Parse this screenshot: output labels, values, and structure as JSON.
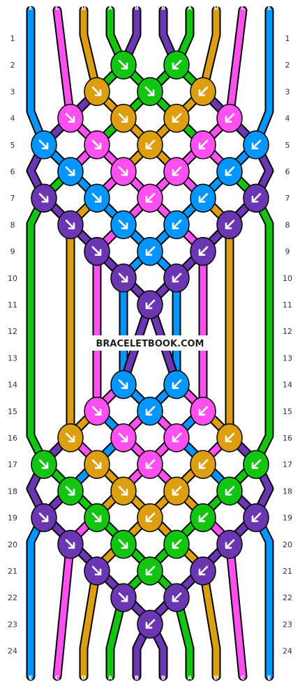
{
  "watermark": "BRACELETBOOK.COM",
  "strand_labels_top": [
    "E",
    "C",
    "D",
    "A",
    "B",
    "B",
    "A",
    "D",
    "C",
    "E"
  ],
  "strand_labels_bottom": [
    "E",
    "C",
    "D",
    "A",
    "B",
    "B",
    "A",
    "D",
    "C",
    "E"
  ],
  "row_numbers": [
    "1",
    "2",
    "3",
    "4",
    "5",
    "6",
    "7",
    "8",
    "9",
    "10",
    "11",
    "12",
    "13",
    "14",
    "15",
    "16",
    "17",
    "18",
    "19",
    "20",
    "21",
    "22",
    "23",
    "24"
  ],
  "colors": {
    "A": "#11c511",
    "B": "#6b36b1",
    "C": "#fe4ff0",
    "D": "#dd9f0f",
    "E": "#0396fe"
  },
  "knot_icon": "arrow-knot-icon",
  "knot_rows": [
    {
      "row": "2",
      "knots": [
        {
          "color": "A",
          "dir": "right"
        },
        {
          "color": "A",
          "dir": "left"
        }
      ]
    },
    {
      "row": "3",
      "knots": [
        {
          "color": "D",
          "dir": "right"
        },
        {
          "color": "A",
          "dir": "right"
        },
        {
          "color": "D",
          "dir": "left"
        }
      ]
    },
    {
      "row": "4",
      "knots": [
        {
          "color": "C",
          "dir": "right"
        },
        {
          "color": "D",
          "dir": "right"
        },
        {
          "color": "D",
          "dir": "left"
        },
        {
          "color": "C",
          "dir": "left"
        }
      ]
    },
    {
      "row": "5",
      "knots": [
        {
          "color": "E",
          "dir": "right"
        },
        {
          "color": "C",
          "dir": "right"
        },
        {
          "color": "D",
          "dir": "left"
        },
        {
          "color": "C",
          "dir": "left"
        },
        {
          "color": "E",
          "dir": "left"
        }
      ]
    },
    {
      "row": "6",
      "knots": [
        {
          "color": "E",
          "dir": "right"
        },
        {
          "color": "C",
          "dir": "right"
        },
        {
          "color": "C",
          "dir": "left"
        },
        {
          "color": "E",
          "dir": "left"
        }
      ]
    },
    {
      "row": "7",
      "knots": [
        {
          "color": "B",
          "dir": "right"
        },
        {
          "color": "E",
          "dir": "right"
        },
        {
          "color": "C",
          "dir": "left"
        },
        {
          "color": "E",
          "dir": "left"
        },
        {
          "color": "B",
          "dir": "left"
        }
      ]
    },
    {
      "row": "8",
      "knots": [
        {
          "color": "B",
          "dir": "right"
        },
        {
          "color": "E",
          "dir": "right"
        },
        {
          "color": "E",
          "dir": "left"
        },
        {
          "color": "B",
          "dir": "left"
        }
      ]
    },
    {
      "row": "9",
      "knots": [
        {
          "color": "B",
          "dir": "right"
        },
        {
          "color": "E",
          "dir": "left"
        },
        {
          "color": "B",
          "dir": "left"
        }
      ]
    },
    {
      "row": "10",
      "knots": [
        {
          "color": "B",
          "dir": "right"
        },
        {
          "color": "B",
          "dir": "left"
        }
      ]
    },
    {
      "row": "11",
      "knots": [
        {
          "color": "B",
          "dir": "left"
        }
      ]
    },
    {
      "row": "14",
      "knots": [
        {
          "color": "E",
          "dir": "right"
        },
        {
          "color": "E",
          "dir": "left"
        }
      ]
    },
    {
      "row": "15",
      "knots": [
        {
          "color": "C",
          "dir": "right"
        },
        {
          "color": "E",
          "dir": "left"
        },
        {
          "color": "C",
          "dir": "left"
        }
      ]
    },
    {
      "row": "16",
      "knots": [
        {
          "color": "D",
          "dir": "right"
        },
        {
          "color": "C",
          "dir": "right"
        },
        {
          "color": "C",
          "dir": "left"
        },
        {
          "color": "D",
          "dir": "left"
        }
      ]
    },
    {
      "row": "17",
      "knots": [
        {
          "color": "A",
          "dir": "right"
        },
        {
          "color": "D",
          "dir": "right"
        },
        {
          "color": "C",
          "dir": "left"
        },
        {
          "color": "D",
          "dir": "left"
        },
        {
          "color": "A",
          "dir": "left"
        }
      ]
    },
    {
      "row": "18",
      "knots": [
        {
          "color": "A",
          "dir": "right"
        },
        {
          "color": "D",
          "dir": "right"
        },
        {
          "color": "D",
          "dir": "left"
        },
        {
          "color": "A",
          "dir": "left"
        }
      ]
    },
    {
      "row": "19",
      "knots": [
        {
          "color": "B",
          "dir": "right"
        },
        {
          "color": "A",
          "dir": "right"
        },
        {
          "color": "D",
          "dir": "left"
        },
        {
          "color": "A",
          "dir": "left"
        },
        {
          "color": "B",
          "dir": "left"
        }
      ]
    },
    {
      "row": "20",
      "knots": [
        {
          "color": "B",
          "dir": "right"
        },
        {
          "color": "A",
          "dir": "right"
        },
        {
          "color": "A",
          "dir": "left"
        },
        {
          "color": "B",
          "dir": "left"
        }
      ]
    },
    {
      "row": "21",
      "knots": [
        {
          "color": "B",
          "dir": "right"
        },
        {
          "color": "A",
          "dir": "left"
        },
        {
          "color": "B",
          "dir": "left"
        }
      ]
    },
    {
      "row": "22",
      "knots": [
        {
          "color": "B",
          "dir": "right"
        },
        {
          "color": "B",
          "dir": "left"
        }
      ]
    },
    {
      "row": "23",
      "knots": [
        {
          "color": "B",
          "dir": "left"
        }
      ]
    }
  ]
}
